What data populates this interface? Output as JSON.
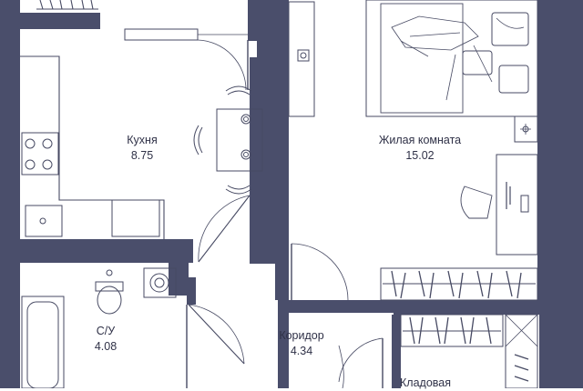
{
  "rooms": {
    "kitchen": {
      "name": "Кухня",
      "area": "8.75"
    },
    "living": {
      "name": "Жилая комната",
      "area": "15.02"
    },
    "bathroom": {
      "name": "С/У",
      "area": "4.08"
    },
    "corridor": {
      "name": "Коридор",
      "area": "4.34"
    },
    "storage": {
      "name": "Кладовая",
      "area": ""
    }
  },
  "colors": {
    "wall": "#4a4e6b",
    "line": "#474a63",
    "background": "#ffffff"
  }
}
